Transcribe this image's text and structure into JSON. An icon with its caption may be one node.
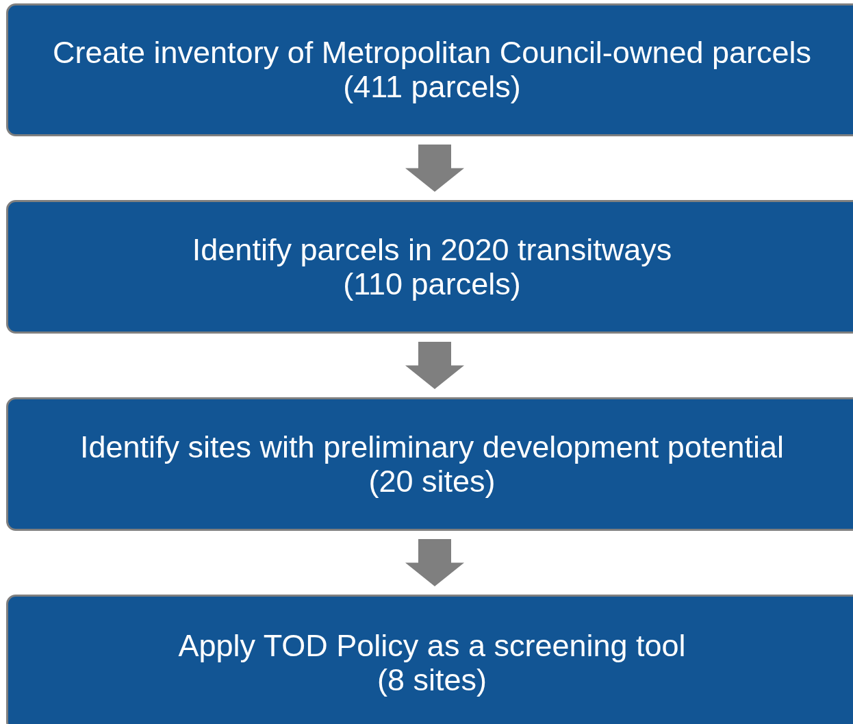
{
  "diagram": {
    "nodes": [
      {
        "text": [
          "Create inventory of Metropolitan Council-owned parcels",
          "(411 parcels)"
        ]
      },
      {
        "text": [
          "Identify parcels in 2020 transitways",
          "(110 parcels)"
        ]
      },
      {
        "text": [
          "Identify sites with preliminary development potential",
          "(20 sites)"
        ]
      },
      {
        "text": [
          "Apply TOD Policy as a screening tool",
          "(8 sites)"
        ]
      }
    ],
    "edges": [
      {
        "from": 0,
        "to": 1,
        "arrow": "to"
      },
      {
        "from": 1,
        "to": 2,
        "arrow": "to"
      },
      {
        "from": 2,
        "to": 3,
        "arrow": "to"
      }
    ]
  }
}
